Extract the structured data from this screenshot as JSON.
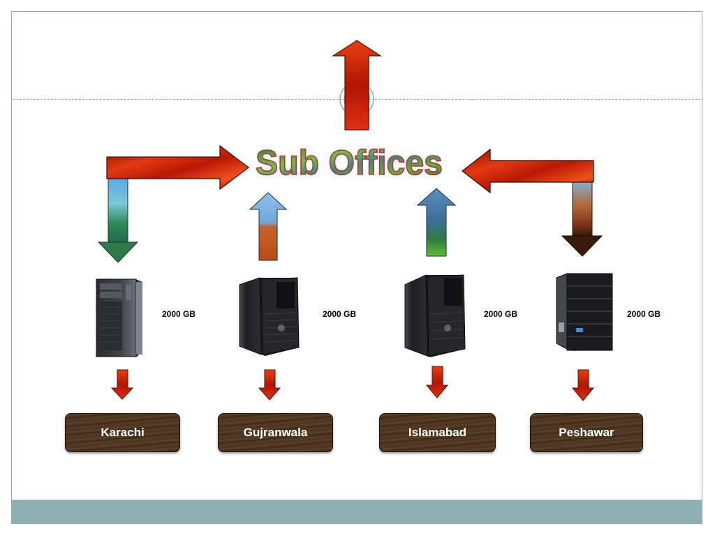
{
  "title": "Sub Offices",
  "offices": [
    {
      "city": "Karachi",
      "storage": "2000 GB"
    },
    {
      "city": "Gujranwala",
      "storage": "2000 GB"
    },
    {
      "city": "Islamabad",
      "storage": "2000 GB"
    },
    {
      "city": "Peshawar",
      "storage": "2000 GB"
    }
  ],
  "colors": {
    "accent_bar": "#8fb0b2",
    "arrow_red": "#d42a0c",
    "city_box": "#4a3420"
  }
}
